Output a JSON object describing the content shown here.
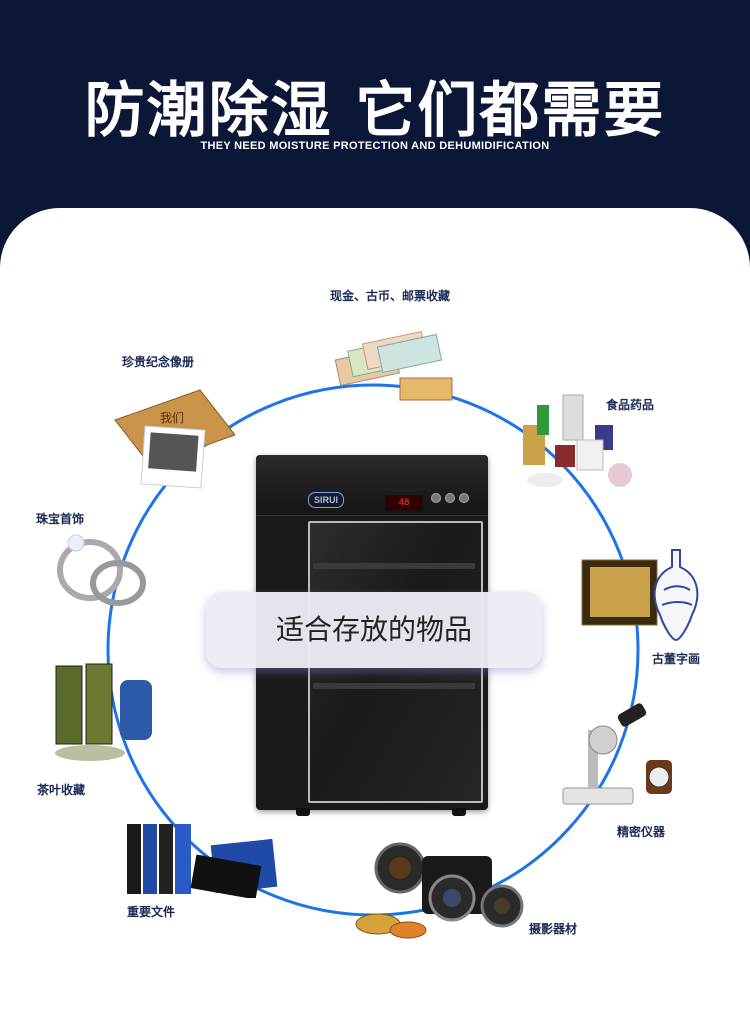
{
  "header": {
    "title": "防潮除湿 它们都需要",
    "subtitle": "THEY NEED MOISTURE PROTECTION AND DEHUMIDIFICATION"
  },
  "center": {
    "text": "适合存放的物品"
  },
  "cabinet": {
    "brand": "SIRUI",
    "display_value": "48"
  },
  "items": [
    {
      "label": "现金、古币、邮票收藏",
      "icon": "banknotes-icon"
    },
    {
      "label": "珍贵纪念像册",
      "icon": "photo-album-icon"
    },
    {
      "label": "食品药品",
      "icon": "medicine-icon"
    },
    {
      "label": "珠宝首饰",
      "icon": "ring-icon"
    },
    {
      "label": "古董字画",
      "icon": "vase-icon"
    },
    {
      "label": "茶叶收藏",
      "icon": "tea-can-icon"
    },
    {
      "label": "精密仪器",
      "icon": "microscope-icon"
    },
    {
      "label": "重要文件",
      "icon": "folder-icon"
    },
    {
      "label": "摄影器材",
      "icon": "camera-lens-icon"
    }
  ],
  "colors": {
    "background": "#0c1636",
    "ring": "#1e73e6",
    "label": "#1b2a55"
  }
}
